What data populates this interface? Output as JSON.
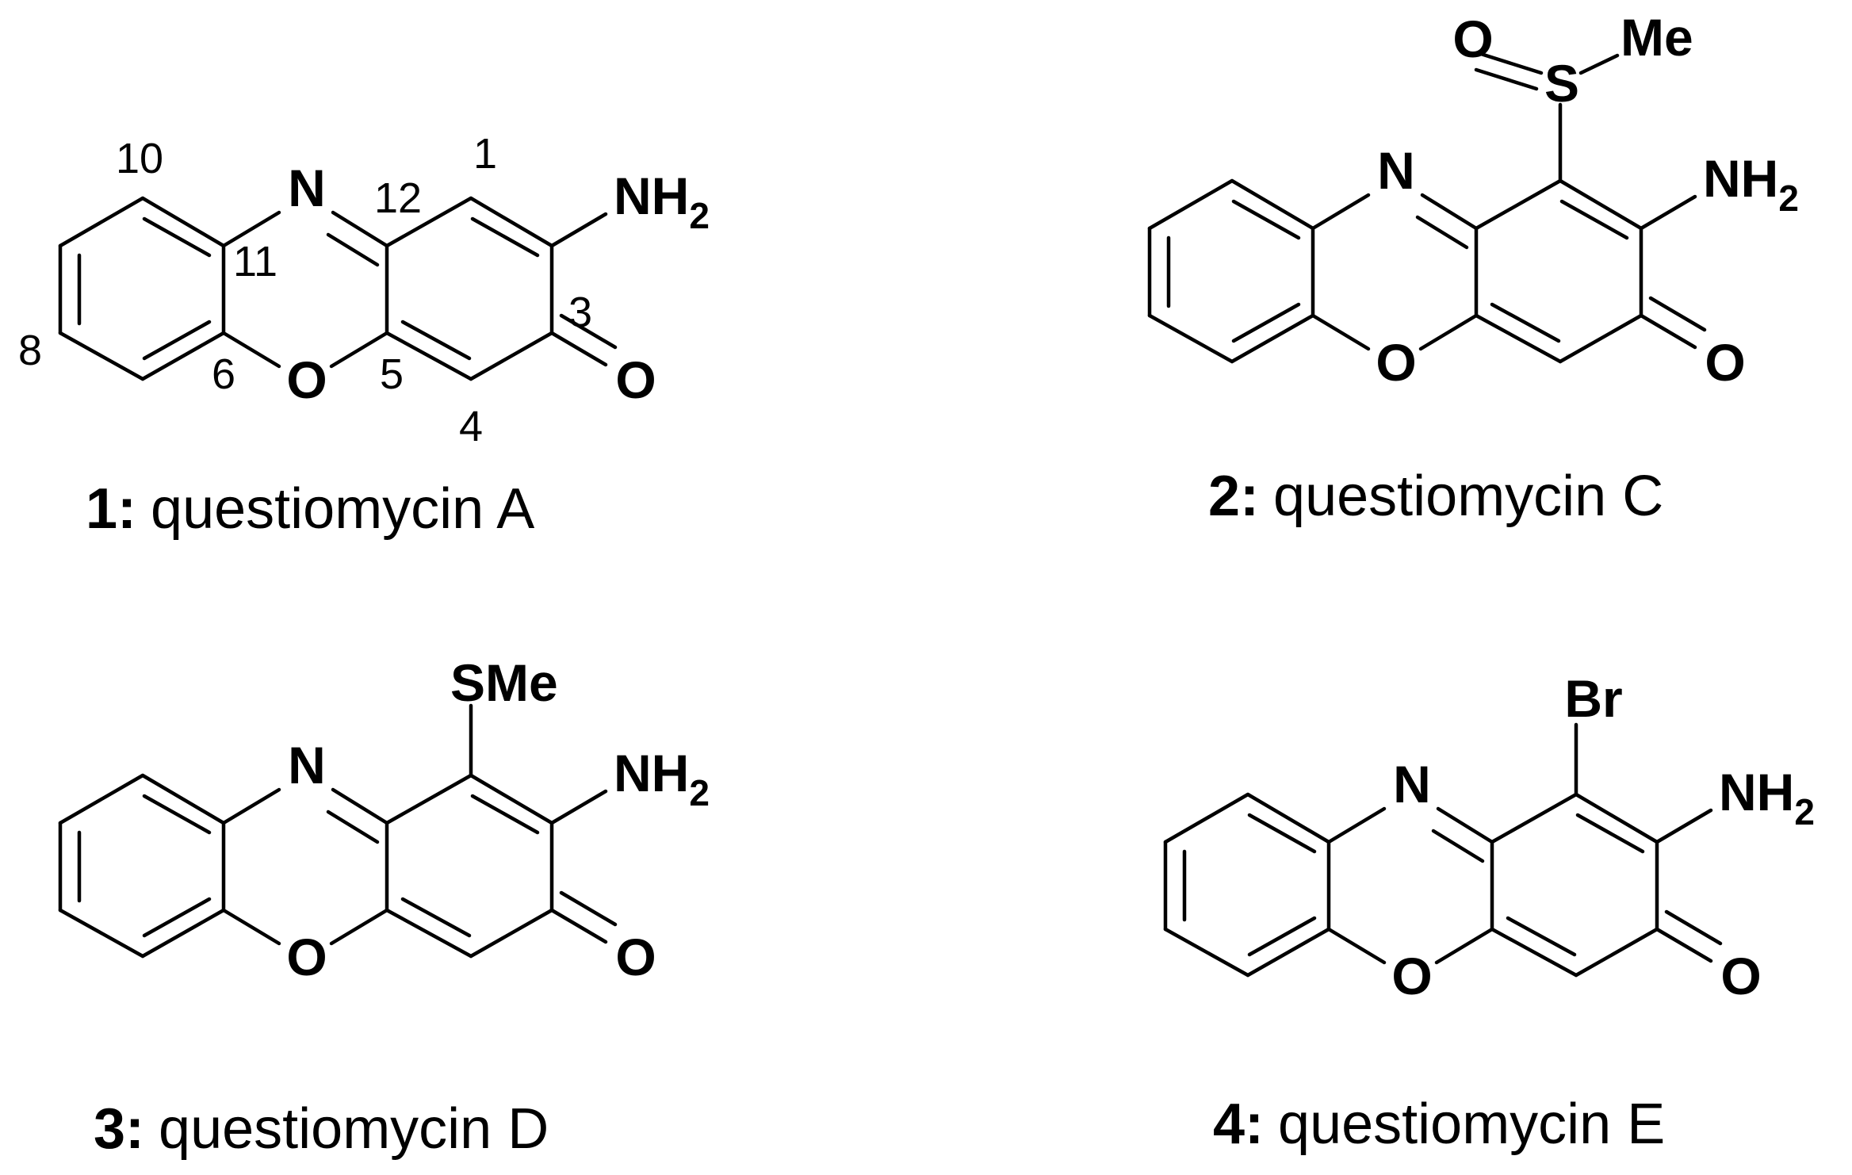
{
  "compounds": [
    {
      "number": "1:",
      "name": "questiomycin A",
      "atoms": {
        "N": "N",
        "O_ring": "O",
        "O_keto": "O",
        "amine": "NH",
        "amine_sub": "2"
      },
      "substituent": null,
      "locants": [
        "10",
        "12",
        "1",
        "11",
        "3",
        "8",
        "6",
        "5",
        "4"
      ]
    },
    {
      "number": "2:",
      "name": "questiomycin C",
      "atoms": {
        "N": "N",
        "O_ring": "O",
        "O_keto": "O",
        "amine": "NH",
        "amine_sub": "2"
      },
      "substituent": {
        "type": "sulfoxide",
        "S": "S",
        "O": "O",
        "Me": "Me"
      }
    },
    {
      "number": "3:",
      "name": "questiomycin D",
      "atoms": {
        "N": "N",
        "O_ring": "O",
        "O_keto": "O",
        "amine": "NH",
        "amine_sub": "2"
      },
      "substituent": {
        "type": "label",
        "text": "SMe"
      }
    },
    {
      "number": "4:",
      "name": "questiomycin E",
      "atoms": {
        "N": "N",
        "O_ring": "O",
        "O_keto": "O",
        "amine": "NH",
        "amine_sub": "2"
      },
      "substituent": {
        "type": "label",
        "text": "Br"
      }
    }
  ]
}
